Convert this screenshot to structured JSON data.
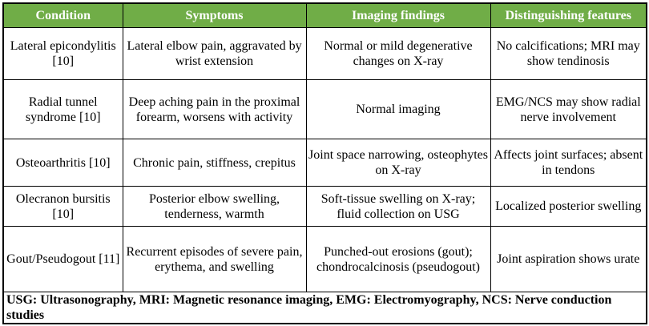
{
  "headers": [
    "Condition",
    "Symptoms",
    "Imaging findings",
    "Distinguishing features"
  ],
  "rows": [
    {
      "condition": "Lateral epicondylitis [10]",
      "symptoms": "Lateral elbow pain, aggravated by wrist extension",
      "imaging": "Normal or mild degenerative changes on X-ray",
      "features": "No calcifications; MRI may show tendinosis"
    },
    {
      "condition": "Radial tunnel syndrome [10]",
      "symptoms": "Deep aching pain in the proximal forearm, worsens with activity",
      "imaging": "Normal imaging",
      "features": "EMG/NCS may show radial nerve involvement"
    },
    {
      "condition": "Osteoarthritis [10]",
      "symptoms": "Chronic pain, stiffness, crepitus",
      "imaging": "Joint space narrowing, osteophytes on X-ray",
      "features": "Affects joint surfaces; absent in tendons"
    },
    {
      "condition": "Olecranon bursitis [10]",
      "symptoms": "Posterior elbow swelling, tenderness, warmth",
      "imaging": "Soft-tissue swelling on X-ray; fluid collection on USG",
      "features": "Localized posterior swelling"
    },
    {
      "condition": "Gout/Pseudogout [11]",
      "symptoms": "Recurrent episodes of severe pain, erythema, and swelling",
      "imaging": "Punched-out erosions (gout); chondrocalcinosis (pseudogout)",
      "features": "Joint aspiration shows urate"
    }
  ],
  "footnote": "USG: Ultrasonography, MRI: Magnetic resonance imaging, EMG: Electromyography, NCS: Nerve conduction studies",
  "colors": {
    "header_bg": "#70ad47",
    "header_text": "#ffffff"
  }
}
